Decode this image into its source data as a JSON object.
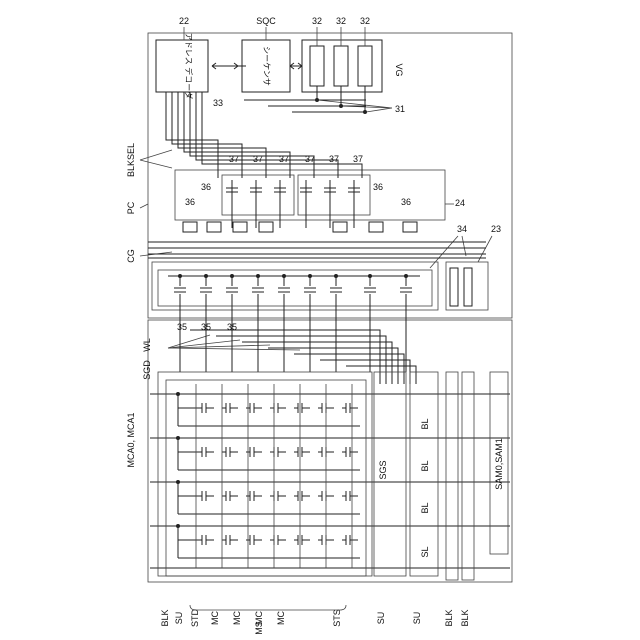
{
  "labels": {
    "ref_22": "22",
    "sqc": "SQC",
    "ref_32a": "32",
    "ref_32b": "32",
    "ref_32c": "32",
    "address_decoder": "アドレス デコーダ",
    "sequencer": "シーケンサ",
    "vg": "VG",
    "ref_33": "33",
    "ref_31": "31",
    "blksel": "BLKSEL",
    "pc": "PC",
    "ref_37": "37",
    "ref_36": "36",
    "ref_24": "24",
    "ref_34": "34",
    "ref_23": "23",
    "cg": "CG",
    "ref_35": "35",
    "wl": "WL",
    "sgd": "SGD",
    "mca": "MCA0, MCA1",
    "bl": "BL",
    "sl": "SL",
    "sgs": "SGS",
    "sam": "SAM0,SAM1",
    "blk": "BLK",
    "su": "SU",
    "std": "STD",
    "mc": "MC",
    "ms": "MS",
    "sts": "STS"
  },
  "bottom_labels": [
    "BLK",
    "SU",
    "STD",
    "MC",
    "MC",
    "MC",
    "MC",
    "STS",
    "SU",
    "SU",
    "BLK",
    "BLK"
  ],
  "icons": {
    "arrow": "double-arrow-icon"
  }
}
